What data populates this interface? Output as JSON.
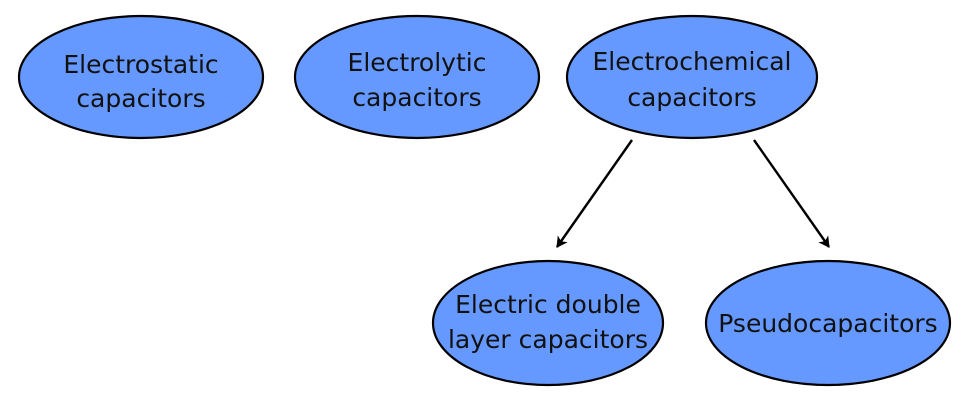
{
  "diagram": {
    "type": "hierarchy",
    "colors": {
      "node_fill": "#6699ff",
      "node_stroke": "#000000",
      "text": "#111111",
      "edge": "#000000",
      "background": "#ffffff"
    },
    "nodes": [
      {
        "id": "electrostatic",
        "lines": [
          "Electrostatic",
          "capacitors"
        ]
      },
      {
        "id": "electrolytic",
        "lines": [
          "Electrolytic",
          "capacitors"
        ]
      },
      {
        "id": "electrochemical",
        "lines": [
          "Electrochemical",
          "capacitors"
        ]
      },
      {
        "id": "edlc",
        "lines": [
          "Electric double",
          "layer capacitors"
        ]
      },
      {
        "id": "pseudo",
        "lines": [
          "Pseudocapacitors"
        ]
      }
    ],
    "edges": [
      {
        "from": "electrochemical",
        "to": "edlc",
        "directed": true
      },
      {
        "from": "electrochemical",
        "to": "pseudo",
        "directed": true
      }
    ]
  }
}
